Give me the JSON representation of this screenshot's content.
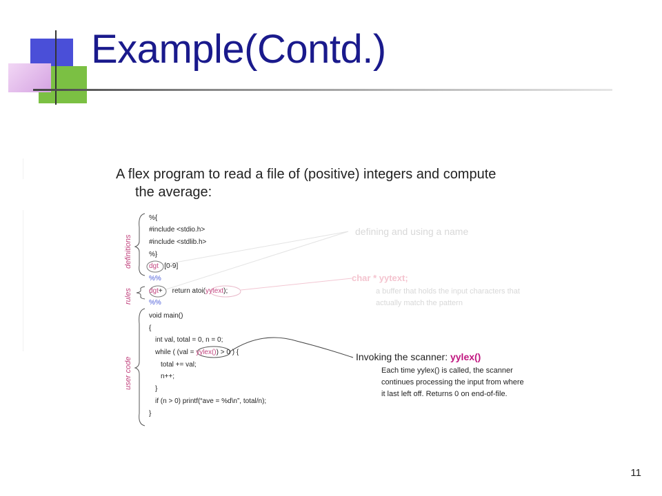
{
  "slide": {
    "title": "Example(Contd.)",
    "page_number": "11"
  },
  "content": {
    "heading_line1": "A flex program to read a file of (positive) integers and compute",
    "heading_line2": "the average:",
    "labels": {
      "definitions": "definitions",
      "rules": "rules",
      "user_code": "user code"
    },
    "code": {
      "line1": "%{",
      "line2": "#include <stdio.h>",
      "line3": "#include <stdlib.h>",
      "line4": "%}",
      "dgt_def_name": "dgt",
      "dgt_def_value": "[0-9]",
      "sep1": "%%",
      "rule_name": "dgt",
      "rule_plus": "+",
      "rule_action_a": "return atoi(",
      "rule_action_var": "yytext",
      "rule_action_b": ");",
      "sep2": "%%",
      "u1": "void main()",
      "u2": "{",
      "u3": "int val, total = 0, n = 0;",
      "u4a": "while ( (val = ",
      "u4var": "yylex()",
      "u4b": ") > 0 ) {",
      "u5": "total += val;",
      "u6": "n++;",
      "u7": "}",
      "u8": "if (n > 0) printf(“ave = %d\\n”, total/n);",
      "u9": "}"
    },
    "notes": {
      "name_note": "defining and using a name",
      "yytext_title": "char * yytext;",
      "yytext_desc": "a buffer that holds the input characters that actually match the pattern",
      "scanner_title_a": "Invoking the scanner: ",
      "scanner_title_b": "yylex()",
      "scanner_desc": "Each time yylex() is called, the scanner continues processing the input from where it last left off. Returns 0 on end-of-file."
    }
  },
  "colors": {
    "title": "#1a1a8c",
    "accent_pink": "#c0157f",
    "separator_blue": "#4a5bd8"
  }
}
